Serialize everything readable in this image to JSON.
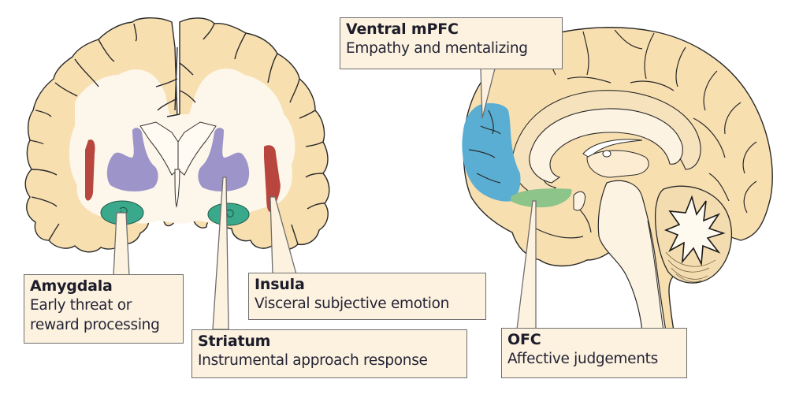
{
  "figure": {
    "left_panel": "coronal-brain-section",
    "right_panel": "sagittal-brain-section"
  },
  "colors": {
    "cortex": "#f8dfb0",
    "white_matter": "#fdf6ea",
    "outline": "#2a2a2a",
    "amygdala": "#3aa88a",
    "striatum": "#9d95c9",
    "insula": "#b8463f",
    "ventral_mpfc": "#5aaed3",
    "ofc": "#8cc48a",
    "callout_fill": "#fdf2df",
    "callout_border": "#6e6e6e"
  },
  "labels": {
    "amygdala": {
      "title": "Amygdala",
      "desc_line1": "Early threat or",
      "desc_line2": "reward processing"
    },
    "striatum": {
      "title": "Striatum",
      "desc": "Instrumental approach response"
    },
    "insula": {
      "title": "Insula",
      "desc": "Visceral subjective emotion"
    },
    "ventral_mpfc": {
      "title": "Ventral mPFC",
      "desc": "Empathy and mentalizing"
    },
    "ofc": {
      "title": "OFC",
      "desc": "Affective judgements"
    }
  }
}
